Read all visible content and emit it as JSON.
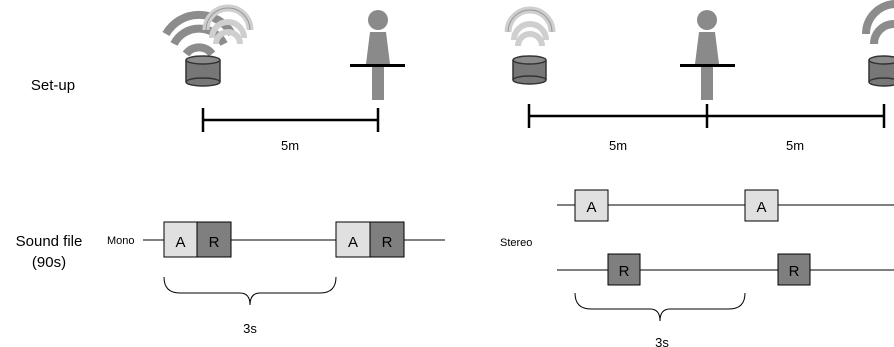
{
  "labels": {
    "setup": "Set-up",
    "sound_file_line1": "Sound file",
    "sound_file_line2": "(90s)",
    "mono": "Mono",
    "stereo": "Stereo"
  },
  "distances": {
    "left": "5m",
    "right_a": "5m",
    "right_b": "5m"
  },
  "durations": {
    "mono": "3s",
    "stereo": "3s"
  },
  "blocks": {
    "attract": "A",
    "repel": "R"
  },
  "colors": {
    "attract_fill": "#e0e0e0",
    "repel_fill": "#7f7f7f",
    "speaker": "#777777",
    "wave_dark": "#8c8c8c",
    "wave_light": "#d9d9d9",
    "person": "#8a8a8a"
  },
  "icons": [
    "speaker-icon",
    "sound-wave-icon",
    "person-icon"
  ]
}
